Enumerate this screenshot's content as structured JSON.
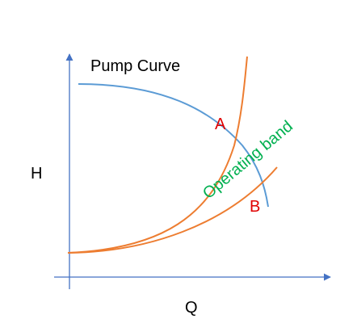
{
  "title": "Pump Curve",
  "x_axis_label": "Q",
  "y_axis_label": "H",
  "band_label": "Operating band",
  "points": [
    {
      "name": "A"
    },
    {
      "name": "B"
    }
  ],
  "colors": {
    "pump_curve": "#5b9bd5",
    "system_curves": "#ed7d31",
    "axes": "#4472c4",
    "points": "#e00000",
    "band_label": "#00b050",
    "text": "#000000"
  }
}
